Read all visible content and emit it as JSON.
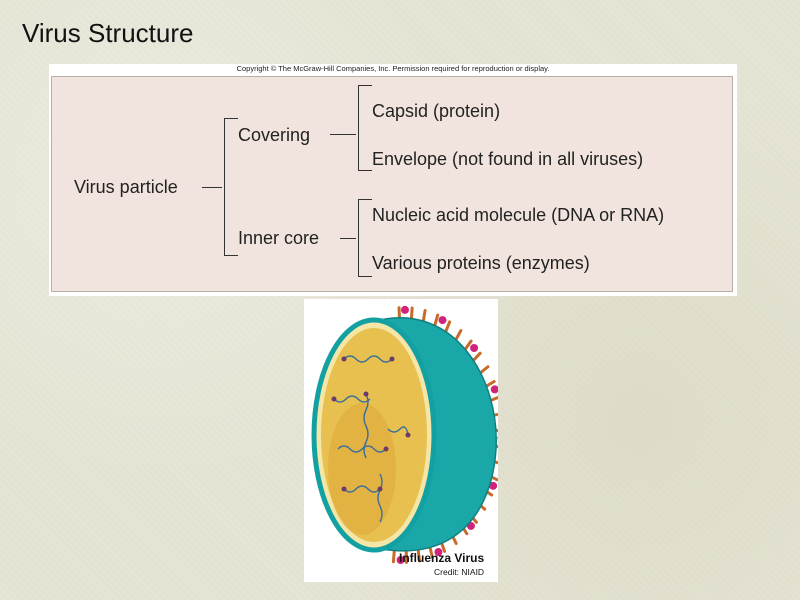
{
  "slide": {
    "title": "Virus Structure"
  },
  "diagram": {
    "copyright": "Copyright © The McGraw-Hill Companies, Inc. Permission required for reproduction or display.",
    "root": "Virus particle",
    "branches": [
      {
        "label": "Covering",
        "children": [
          "Capsid (protein)",
          "Envelope (not found in all viruses)"
        ]
      },
      {
        "label": "Inner core",
        "children": [
          "Nucleic acid molecule (DNA or RNA)",
          "Various proteins (enzymes)"
        ]
      }
    ]
  },
  "illustration": {
    "title": "Influenza Virus",
    "credit": "Credit: NIAID",
    "colors": {
      "shell": "#1aa7a8",
      "interior": "#e8c050",
      "spikes": "#c86a2a",
      "knobs": "#d2237a",
      "membrane": "#f4e6a6"
    }
  }
}
